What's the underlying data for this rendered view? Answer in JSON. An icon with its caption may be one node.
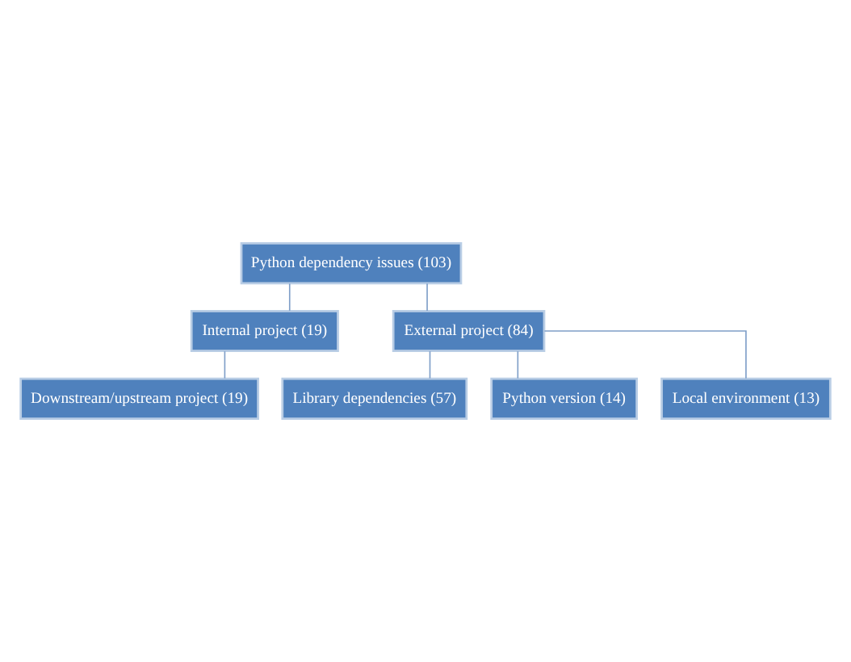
{
  "diagram": {
    "nodes": [
      {
        "text": [
          "Python dependency issues (103)"
        ]
      },
      {
        "text": [
          "Internal project (19)"
        ]
      },
      {
        "text": [
          "External project (84)"
        ]
      },
      {
        "text": [
          "Downstream/upstream project (19)"
        ]
      },
      {
        "text": [
          "Library dependencies (57)"
        ]
      },
      {
        "text": [
          "Python version (14)"
        ]
      },
      {
        "text": [
          "Local environment (13)"
        ]
      }
    ],
    "edges": [
      {
        "from": 0,
        "to": 1,
        "arrow": "none"
      },
      {
        "from": 0,
        "to": 2,
        "arrow": "none"
      },
      {
        "from": 1,
        "to": 3,
        "arrow": "none"
      },
      {
        "from": 2,
        "to": 4,
        "arrow": "none"
      },
      {
        "from": 2,
        "to": 5,
        "arrow": "none"
      },
      {
        "from": 2,
        "to": 6,
        "arrow": "none"
      }
    ]
  }
}
